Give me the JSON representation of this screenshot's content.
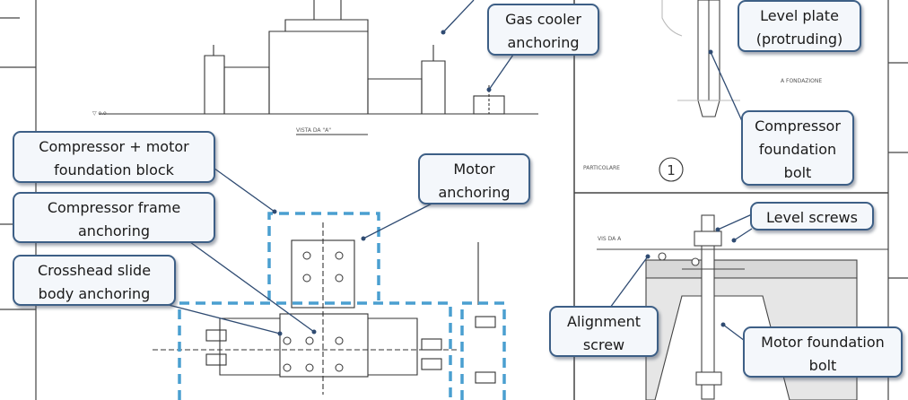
{
  "callouts": {
    "gas_cooler": [
      "Gas cooler",
      "anchoring"
    ],
    "level_plate": [
      "Level plate",
      "(protruding)"
    ],
    "compressor_bolt": [
      "Compressor",
      "foundation",
      "bolt"
    ],
    "compressor_motor_block": [
      "Compressor + motor",
      "foundation block"
    ],
    "motor_anchoring": [
      "Motor",
      "anchoring"
    ],
    "compressor_frame": [
      "Compressor frame",
      "anchoring"
    ],
    "level_screws": [
      "Level screws"
    ],
    "crosshead": [
      "Crosshead slide",
      "body anchoring"
    ],
    "alignment_screw": [
      "Alignment",
      "screw"
    ],
    "motor_bolt": [
      "Motor foundation",
      "bolt"
    ]
  },
  "drawing_labels": {
    "vista": "VISTA DA \"A\"",
    "particolare": "PARTICOLARE",
    "detail_number": "1"
  },
  "colors": {
    "callout_border": "#3d5f86",
    "callout_fill": "#f4f7fb",
    "dashed_zone": "#4a9fd0",
    "leader": "#2f4b72",
    "drawing_line": "#333333"
  }
}
